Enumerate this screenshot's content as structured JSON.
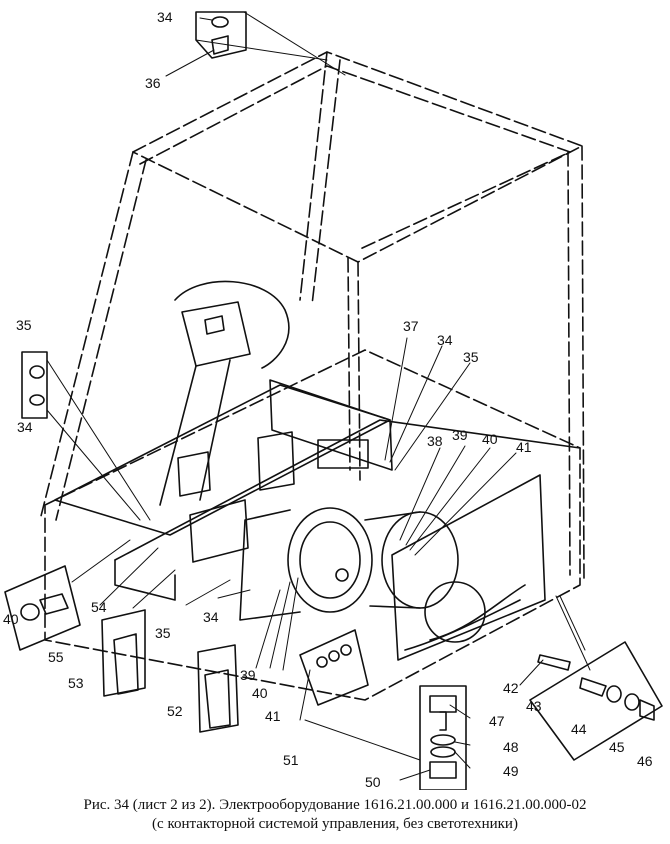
{
  "caption": {
    "line1": "Рис. 34 (лист 2 из 2). Электрооборудование 1616.21.00.000  и 1616.21.00.000-02",
    "line2": "(с контакторной системой управления, без светотехники)"
  },
  "callouts": {
    "c34_top": "34",
    "c36": "36",
    "c35_left": "35",
    "c34_left": "34",
    "c37": "37",
    "c34_mid": "34",
    "c35_mid": "35",
    "c38": "38",
    "c39_top": "39",
    "c40_top": "40",
    "c41_top": "41",
    "c40_left": "40",
    "c55": "55",
    "c54": "54",
    "c53": "53",
    "c35_low": "35",
    "c34_low": "34",
    "c52": "52",
    "c39_low": "39",
    "c40_low": "40",
    "c41_low": "41",
    "c51": "51",
    "c47": "47",
    "c48": "48",
    "c49": "49",
    "c50": "50",
    "c42": "42",
    "c43": "43",
    "c44": "44",
    "c45": "45",
    "c46": "46"
  },
  "colors": {
    "ink": "#111111",
    "paper": "#ffffff"
  }
}
